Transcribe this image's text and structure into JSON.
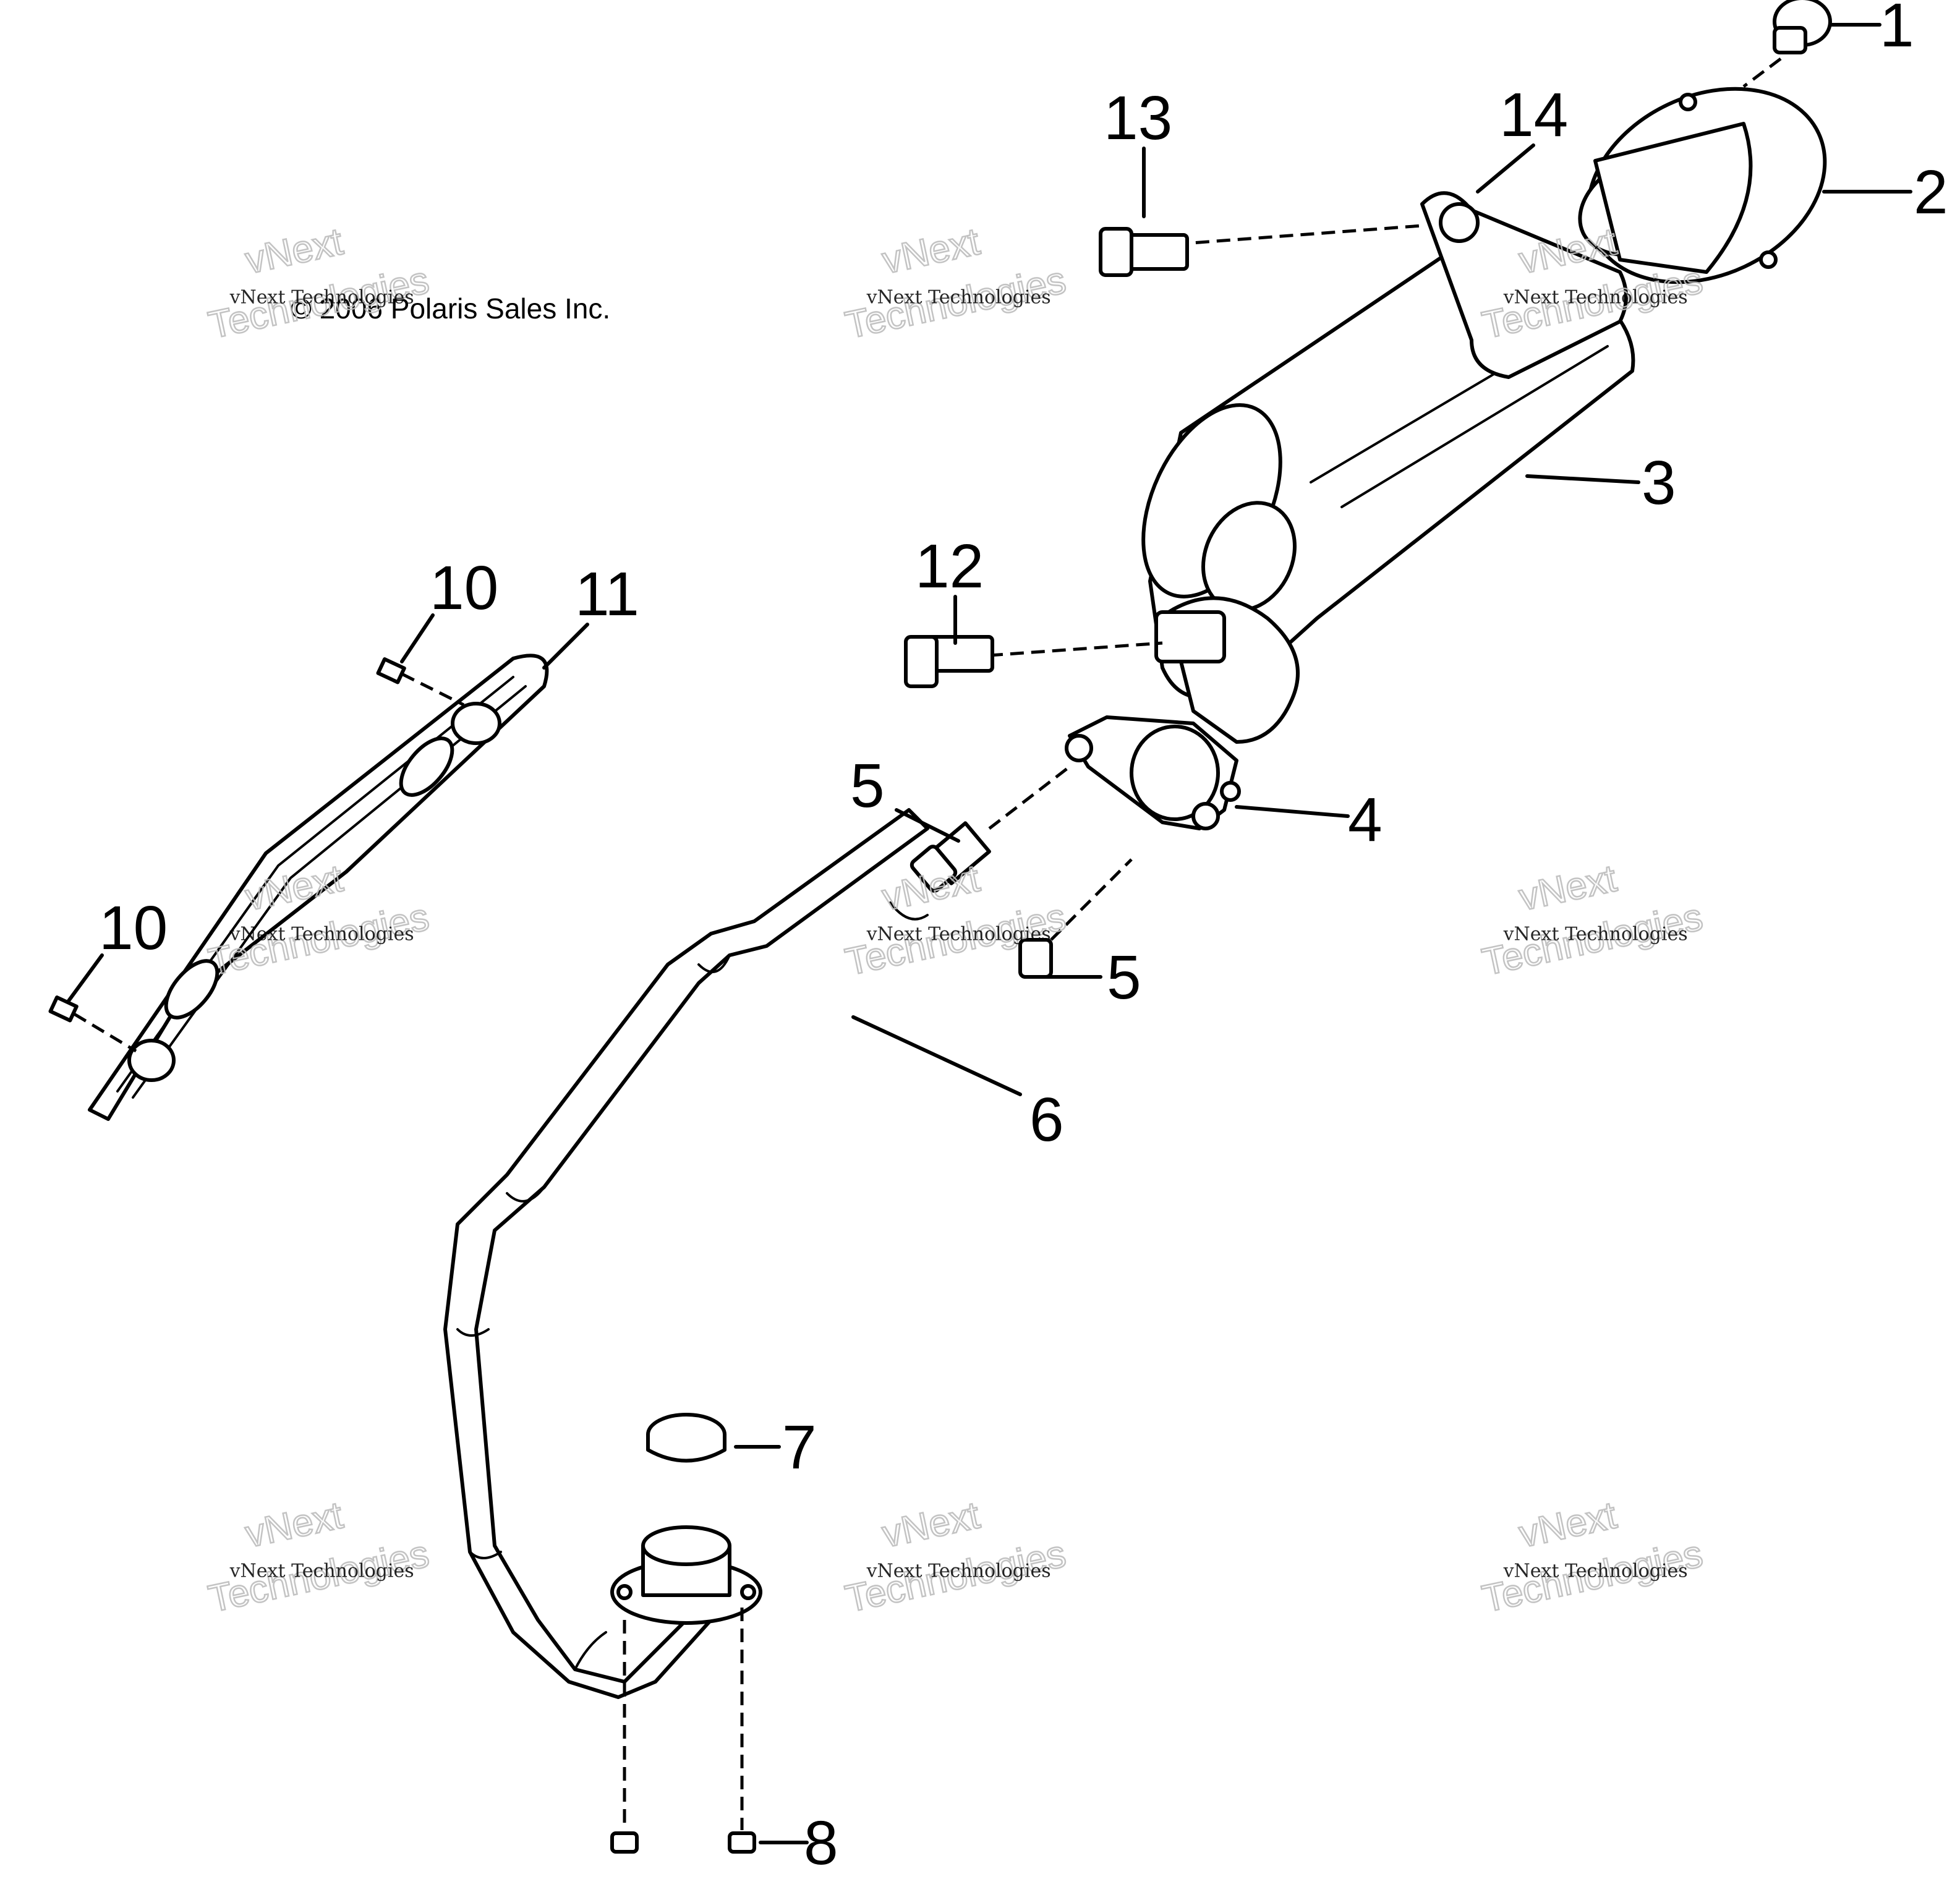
{
  "copyright": "© 2006 Polaris Sales Inc.",
  "watermark": {
    "small": "vNext Technologies",
    "big_line1": "vNext",
    "big_line2": "Technologies"
  },
  "callouts": [
    "1",
    "2",
    "3",
    "4",
    "5",
    "5",
    "6",
    "7",
    "8",
    "10",
    "10",
    "11",
    "12",
    "13",
    "14"
  ]
}
